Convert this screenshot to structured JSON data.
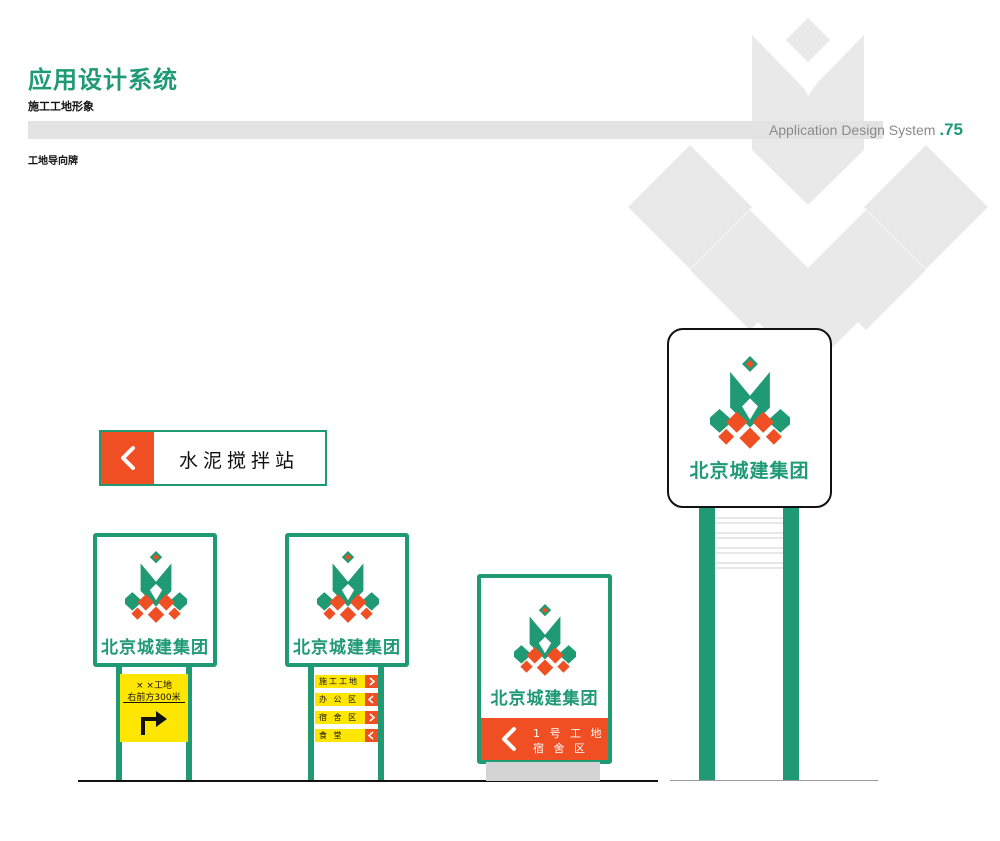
{
  "header": {
    "title": "应用设计系统",
    "subtitle": "施工工地形象",
    "band_text": "Application Design System",
    "page_number": ".75"
  },
  "section": {
    "label": "工地导向牌"
  },
  "brand": {
    "name": "北京城建集团"
  },
  "mixer_sign": {
    "label": "水泥搅拌站",
    "arrow_icon": "chevron-left-icon"
  },
  "sign_direction": {
    "line1": "× ×工地",
    "line2": "右前方300米",
    "arrow_icon": "turn-right-arrow-icon"
  },
  "sign_list": {
    "items": [
      {
        "label": "施工工地",
        "arrow": ">"
      },
      {
        "label": "办 公 区",
        "arrow": "<"
      },
      {
        "label": "宿 舍 区",
        "arrow": ">"
      },
      {
        "label": "食    堂",
        "arrow": "<"
      }
    ]
  },
  "standing_box": {
    "line1": "1 号 工 地",
    "line2": "宿 舍 区",
    "arrow_icon": "chevron-left-icon"
  },
  "colors": {
    "brand_green": "#1f9a73",
    "accent_orange": "#f04e23",
    "sign_yellow": "#ffe600",
    "band_gray": "#e3e3e3"
  }
}
